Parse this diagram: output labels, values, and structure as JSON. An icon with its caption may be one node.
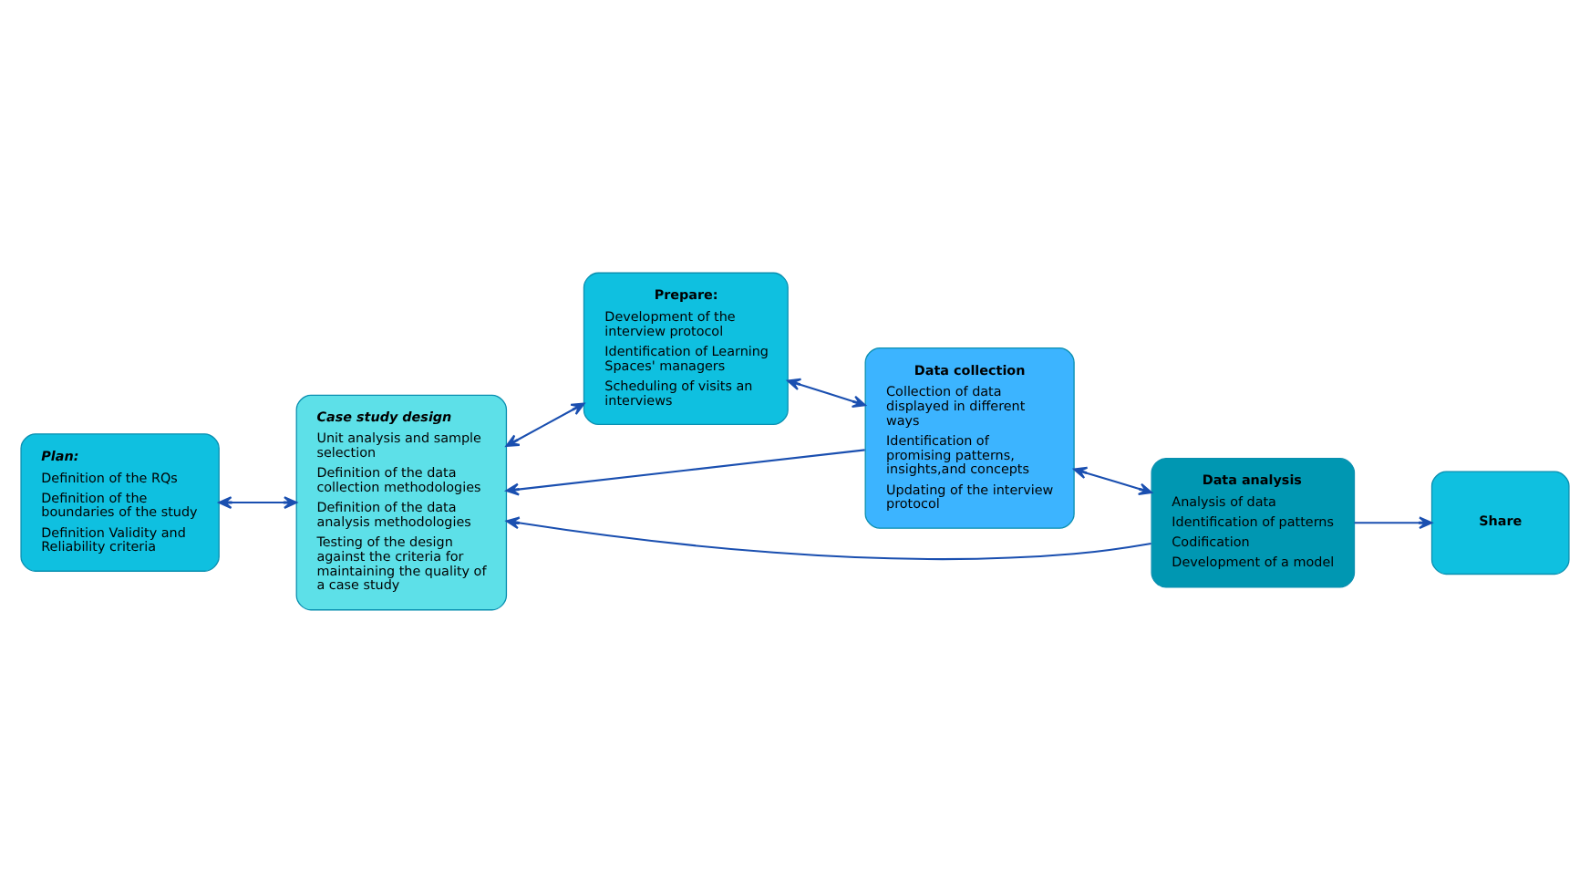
{
  "diagram": {
    "nodes": [
      {
        "text": [
          "Plan:",
          "Definition of the RQs",
          "Definition of the boundaries of the study",
          "Definition Validity and Reliability criteria"
        ]
      },
      {
        "text": [
          "Case study design",
          "Unit analysis and sample selection",
          "Definition of the data collection methodologies",
          "Definition of the data analysis methodologies",
          "Testing of the design against the criteria for maintaining the quality of a case study"
        ]
      },
      {
        "text": [
          "Prepare:",
          "Development of the interview protocol",
          "Identification of Learning Spaces' managers",
          "Scheduling of visits an interviews"
        ]
      },
      {
        "text": [
          "Data collection",
          "Collection of data displayed in different ways",
          "Identification of promising patterns, insights,and concepts",
          "Updating of the interview protocol"
        ]
      },
      {
        "text": [
          "Data analysis",
          "Analysis of data",
          "Identification of patterns",
          "Codification",
          "Development of a model"
        ]
      },
      {
        "text": [
          "Share"
        ]
      }
    ],
    "edges": [
      {
        "from": 0,
        "to": 1,
        "arrow": "both"
      },
      {
        "from": 1,
        "to": 2,
        "arrow": "both"
      },
      {
        "from": 2,
        "to": 3,
        "arrow": "both"
      },
      {
        "from": 3,
        "to": 1,
        "arrow": "to"
      },
      {
        "from": 3,
        "to": 4,
        "arrow": "both"
      },
      {
        "from": 4,
        "to": 1,
        "arrow": "to"
      },
      {
        "from": 4,
        "to": 5,
        "arrow": "to"
      }
    ]
  }
}
